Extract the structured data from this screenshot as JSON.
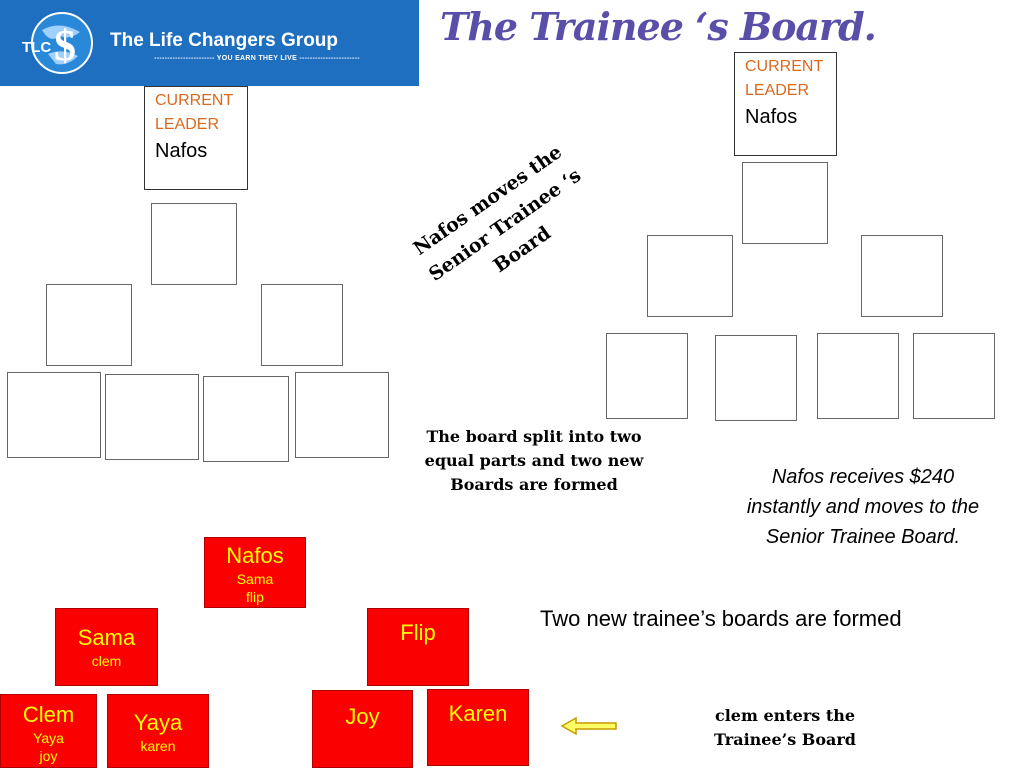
{
  "logo": {
    "badge": "TLC",
    "title": "The Life Changers Group",
    "tagline": "----------------------- YOU EARN THEY LIVE -----------------------"
  },
  "title": "The Trainee ‘s Board.",
  "left_board": {
    "leader_label_line1": "CURRENT",
    "leader_label_line2": "LEADER",
    "leader_name": "Nafos"
  },
  "right_board": {
    "leader_label_line1": "CURRENT",
    "leader_label_line2": "LEADER",
    "leader_name": "Nafos"
  },
  "moves_text": {
    "line1": "Nafos moves the",
    "line2": "Senior Trainee ‘s",
    "line3": "Board"
  },
  "split_text": "The board split into two equal parts and two new Boards are formed",
  "receive_text": "Nafos receives $240 instantly and moves to the Senior Trainee Board.",
  "two_new_text": "Two new trainee’s boards are formed",
  "clem_enters": {
    "line1": "clem enters the",
    "line2": "Trainee’s Board"
  },
  "red_tree": {
    "top": {
      "main": "Nafos",
      "sub1": "Sama",
      "sub2": "flip"
    },
    "left_mid": {
      "main": "Sama",
      "sub1": "clem"
    },
    "right_mid": {
      "main": "Flip"
    },
    "bottom_1": {
      "main": "Clem",
      "sub1": "Yaya",
      "sub2": "joy"
    },
    "bottom_2": {
      "main": "Yaya",
      "sub1": "karen"
    },
    "bottom_3": {
      "main": "Joy"
    },
    "bottom_4": {
      "main": "Karen"
    }
  },
  "colors": {
    "logo_bg": "#1e6fc0",
    "title": "#5a4fa8",
    "leader_label": "#d9691e",
    "red_box": "#fb0000",
    "red_text": "#ffff00",
    "arrow": "#ffff66"
  }
}
